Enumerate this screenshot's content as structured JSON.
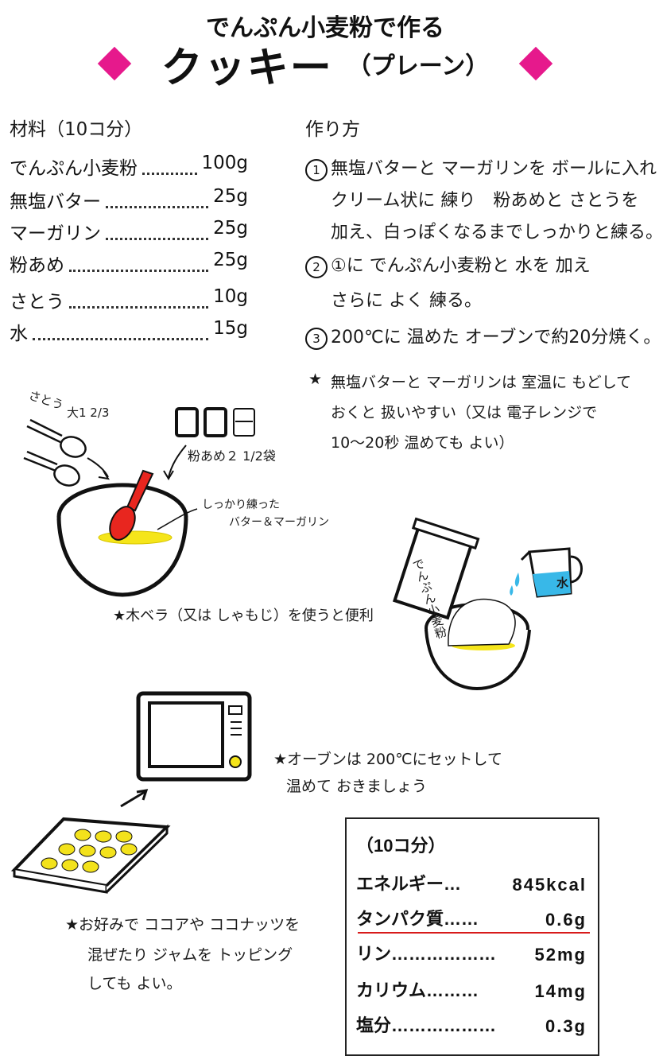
{
  "header": {
    "subtitle": "でんぷん小麦粉で作る",
    "title_main": "クッキー",
    "title_sub": "（プレーン）",
    "accent_color": "#e6198c"
  },
  "ingredients": {
    "heading": "材料（10コ分）",
    "items": [
      {
        "name": "でんぷん小麦粉",
        "amount": "100g"
      },
      {
        "name": "無塩バター",
        "amount": "25g"
      },
      {
        "name": "マーガリン",
        "amount": "25g"
      },
      {
        "name": "粉あめ",
        "amount": "25g"
      },
      {
        "name": "さとう",
        "amount": "10g"
      },
      {
        "name": "水",
        "amount": "15g"
      }
    ]
  },
  "method": {
    "heading": "作り方",
    "steps": [
      {
        "num": "1",
        "lines": [
          "無塩バターと マーガリンを ボールに入れ",
          "クリーム状に 練り　粉あめと さとうを",
          "加え、白っぽくなるまでしっかりと練る。"
        ]
      },
      {
        "num": "2",
        "lines": [
          "①に でんぷん小麦粉と 水を 加え",
          "さらに よく 練る。"
        ]
      },
      {
        "num": "3",
        "lines": [
          "200℃に 温めた オーブンで約20分焼く。"
        ]
      }
    ],
    "tip": {
      "mark": "★",
      "lines": [
        "無塩バターと マーガリンは 室温に もどして",
        "おくと 扱いやすい（又は 電子レンジで",
        "10〜20秒 温めても よい）"
      ]
    }
  },
  "illustration1": {
    "sugar_label_1": "さとう",
    "sugar_label_2": "大1 2/3",
    "syrup_label": "粉あめ２ 1/2袋",
    "butter_label_1": "しっかり練った",
    "butter_label_2": "バター＆マーガリン",
    "spatula_note": "★木ベラ（又は しゃもじ）を使うと便利",
    "spatula_color": "#e8261f",
    "butter_color": "#f5e51a"
  },
  "illustration2": {
    "flour_bag_label": "でんぷん小麦粉",
    "water_label": "水",
    "water_color": "#38b8e8"
  },
  "oven": {
    "note_lines": [
      "★オーブンは 200℃にセットして",
      "温めて おきましょう"
    ]
  },
  "tray": {
    "note_lines": [
      "★お好みで ココアや ココナッツを",
      "混ぜたり ジャムを トッピング",
      "しても よい。"
    ],
    "cookie_color": "#f3e21c"
  },
  "nutrition": {
    "heading": "（10コ分）",
    "rows": [
      {
        "name": "エネルギー…",
        "value": "845kcal"
      },
      {
        "name": "タンパク質……",
        "value": "0.6g"
      },
      {
        "name": "リン………………",
        "value": "52mg"
      },
      {
        "name": "カリウム………",
        "value": "14mg"
      },
      {
        "name": "塩分………………",
        "value": "0.3g"
      }
    ],
    "highlight_color": "#d81b1b"
  }
}
